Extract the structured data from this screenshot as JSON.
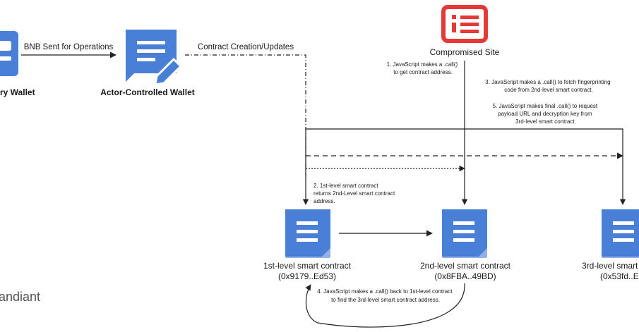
{
  "nodes": {
    "treasury_wallet": {
      "label": "ry Wallet"
    },
    "actor_wallet": {
      "label": "Actor-Controlled Wallet"
    },
    "compromised_site": {
      "label": "Compromised Site"
    },
    "contract1": {
      "label": "1st-level smart contract",
      "address": "(0x9179..Ed53)"
    },
    "contract2": {
      "label": "2nd-level smart contract",
      "address": "(0x8FBA..49BD)"
    },
    "contract3": {
      "label": "3rd-level smart c",
      "address": "(0x53fd..E4"
    }
  },
  "edges": {
    "bnb_sent": "BNB Sent for Operations",
    "contract_creation": "Contract Creation/Updates"
  },
  "steps": {
    "step1": [
      "1. JavaScript makes a .call()",
      "to get contract address."
    ],
    "step2": [
      "2. 1st-level smart contract",
      "returns 2nd-Level smart contract",
      "address."
    ],
    "step3": [
      "3. JavaScript makes a .call() to fetch fingerprinting",
      "code from 2nd-level smart contract."
    ],
    "step4": [
      "4. JavaScript makes a .call() back to 1st-level contract",
      "to find the 3rd-level  smart contract address."
    ],
    "step5": [
      "5. JavaScript makes final .call() to request",
      "payload URL and decryption key from",
      "3rd-level smart contract."
    ]
  },
  "brand": {
    "text": "andiant"
  },
  "colors": {
    "blue": "#4a7fd7",
    "red": "#e53935",
    "line": "#222222",
    "text": "#1a1a1a",
    "brand": "#555555"
  }
}
